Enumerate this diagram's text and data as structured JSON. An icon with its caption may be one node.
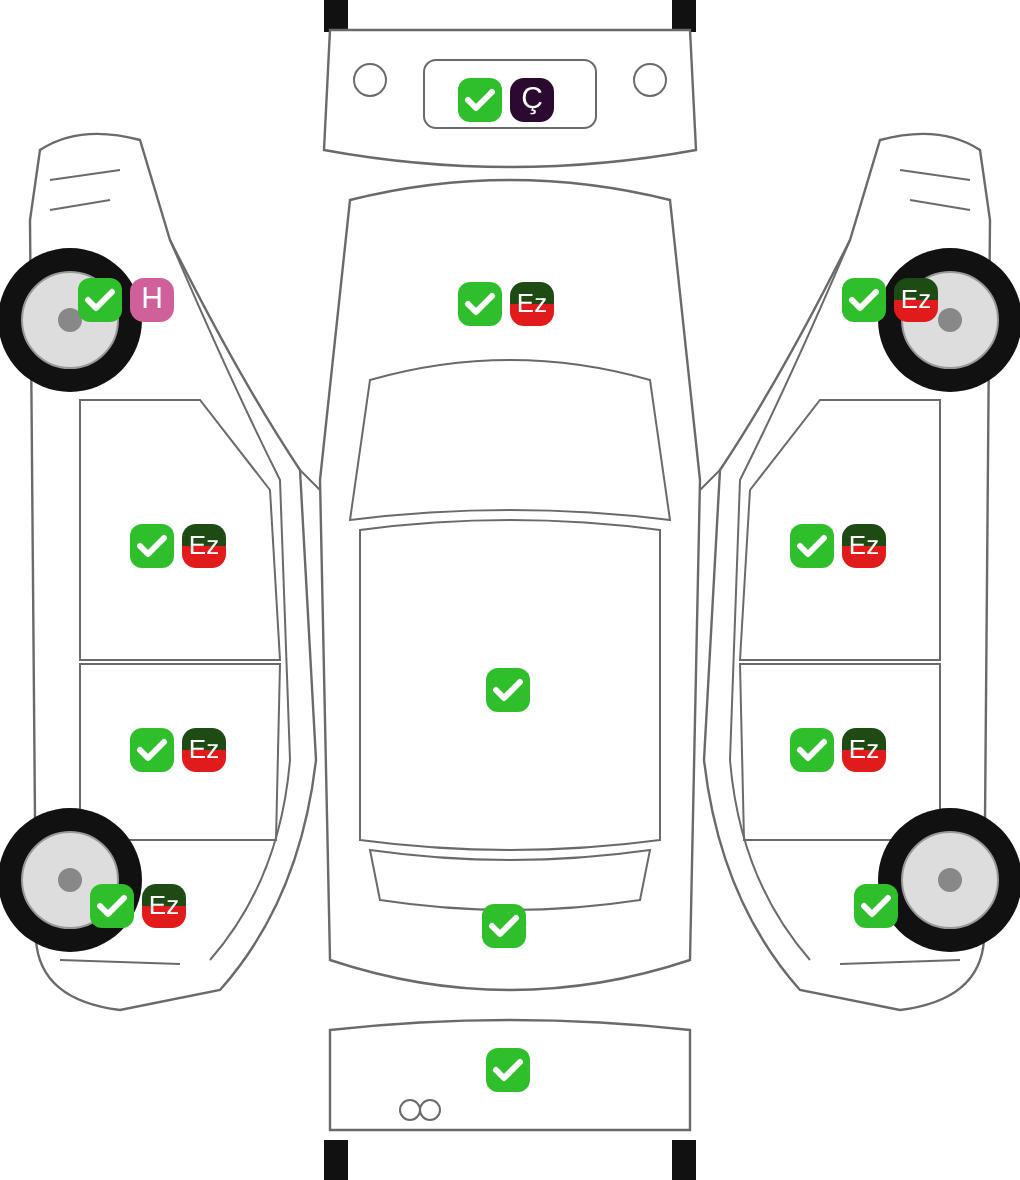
{
  "diagram": {
    "labels": [
      "Ç",
      "H",
      "Ez",
      "Ez",
      "Ez",
      "Ez",
      "Ez",
      "Ez",
      "Ez"
    ]
  }
}
